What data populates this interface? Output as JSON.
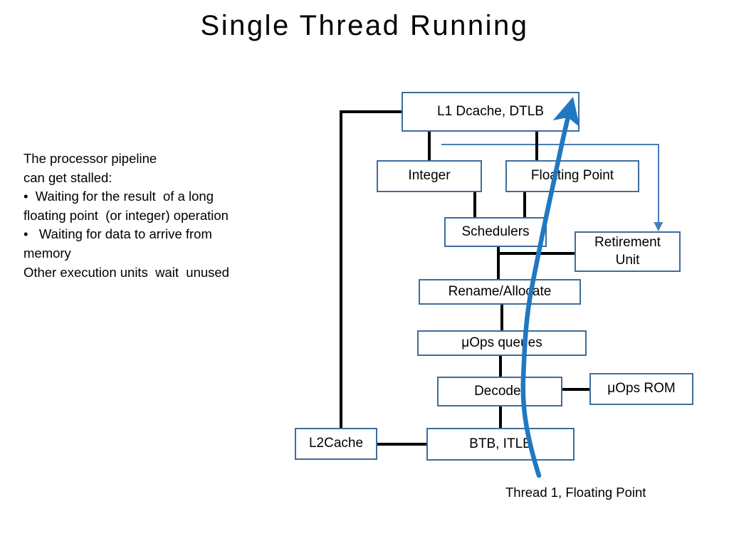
{
  "slide": {
    "title": "Single  Thread  Running",
    "background_color": "#ffffff",
    "box_border_color": "#3E6D9C",
    "wire_color": "#000000",
    "thin_wire_color": "#4A7EBB",
    "thread_curve_color": "#1F78C1"
  },
  "body_text": {
    "lines": [
      "The processor pipeline",
      "can get stalled:",
      "•  Waiting for the result  of a long",
      "floating point  (or integer) operation",
      "•   Waiting for data to arrive from",
      "memory",
      "Other execution units  wait  unused"
    ]
  },
  "diagram": {
    "boxes": [
      {
        "id": "l1dcache",
        "label": "L1 Dcache, DTLB"
      },
      {
        "id": "integer",
        "label": "Integer"
      },
      {
        "id": "floatpoint",
        "label": "Floating Point"
      },
      {
        "id": "schedulers",
        "label": "Schedulers"
      },
      {
        "id": "retirement",
        "label_line1": "Retirement",
        "label_line2": "Unit"
      },
      {
        "id": "rename",
        "label": "Rename/Allocate"
      },
      {
        "id": "uopsqueues",
        "label": "μOps queues"
      },
      {
        "id": "decoder",
        "label": "Decoder"
      },
      {
        "id": "uopsrom",
        "label": "μOps ROM"
      },
      {
        "id": "l2cache",
        "label": "L2Cache"
      },
      {
        "id": "btbitlb",
        "label": "BTB,   ITLB"
      }
    ]
  },
  "caption": {
    "thread_label": "Thread 1, Floating Point"
  }
}
